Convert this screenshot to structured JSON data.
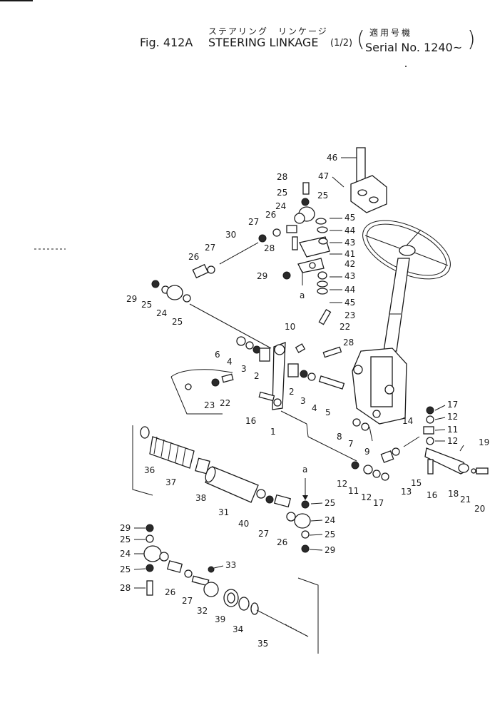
{
  "header": {
    "title_jp": "ステアリング　リンケージ",
    "fig_number": "Fig. 412A",
    "title_en": "STEERING LINKAGE",
    "fraction": "(1/2)",
    "serial_jp": "適用号機",
    "serial_en": "Serial No. 1240~",
    "paren_open": "(",
    "paren_close": ")"
  },
  "callouts": [
    {
      "id": "c-46",
      "text": "46"
    },
    {
      "id": "c-47",
      "text": "47"
    },
    {
      "id": "c-28a",
      "text": "28"
    },
    {
      "id": "c-25a",
      "text": "25"
    },
    {
      "id": "c-25b",
      "text": "25"
    },
    {
      "id": "c-24a",
      "text": "24"
    },
    {
      "id": "c-26a",
      "text": "26"
    },
    {
      "id": "c-27a",
      "text": "27"
    },
    {
      "id": "c-28b",
      "text": "28"
    },
    {
      "id": "c-30",
      "text": "30"
    },
    {
      "id": "c-45a",
      "text": "45"
    },
    {
      "id": "c-44a",
      "text": "44"
    },
    {
      "id": "c-43a",
      "text": "43"
    },
    {
      "id": "c-41",
      "text": "41"
    },
    {
      "id": "c-42",
      "text": "42"
    },
    {
      "id": "c-43b",
      "text": "43"
    },
    {
      "id": "c-44b",
      "text": "44"
    },
    {
      "id": "c-45b",
      "text": "45"
    },
    {
      "id": "c-29a",
      "text": "29"
    },
    {
      "id": "c-a1",
      "text": "a"
    },
    {
      "id": "c-26b",
      "text": "26"
    },
    {
      "id": "c-27b",
      "text": "27"
    },
    {
      "id": "c-29b",
      "text": "29"
    },
    {
      "id": "c-25c",
      "text": "25"
    },
    {
      "id": "c-24b",
      "text": "24"
    },
    {
      "id": "c-25d",
      "text": "25"
    },
    {
      "id": "c-23a",
      "text": "23"
    },
    {
      "id": "c-22a",
      "text": "22"
    },
    {
      "id": "c-10",
      "text": "10"
    },
    {
      "id": "c-28c",
      "text": "28"
    },
    {
      "id": "c-6a",
      "text": "6"
    },
    {
      "id": "c-4a",
      "text": "4"
    },
    {
      "id": "c-3a",
      "text": "3"
    },
    {
      "id": "c-2a",
      "text": "2"
    },
    {
      "id": "c-2b",
      "text": "2"
    },
    {
      "id": "c-3b",
      "text": "3"
    },
    {
      "id": "c-4b",
      "text": "4"
    },
    {
      "id": "c-5",
      "text": "5"
    },
    {
      "id": "c-23b",
      "text": "23"
    },
    {
      "id": "c-22b",
      "text": "22"
    },
    {
      "id": "c-16a",
      "text": "16"
    },
    {
      "id": "c-1",
      "text": "1"
    },
    {
      "id": "c-8",
      "text": "8"
    },
    {
      "id": "c-7",
      "text": "7"
    },
    {
      "id": "c-9",
      "text": "9"
    },
    {
      "id": "c-17a",
      "text": "17"
    },
    {
      "id": "c-12a",
      "text": "12"
    },
    {
      "id": "c-11a",
      "text": "11"
    },
    {
      "id": "c-12b",
      "text": "12"
    },
    {
      "id": "c-14",
      "text": "14"
    },
    {
      "id": "c-19",
      "text": "19"
    },
    {
      "id": "c-36",
      "text": "36"
    },
    {
      "id": "c-37",
      "text": "37"
    },
    {
      "id": "c-38",
      "text": "38"
    },
    {
      "id": "c-31",
      "text": "31"
    },
    {
      "id": "c-12c",
      "text": "12"
    },
    {
      "id": "c-11b",
      "text": "11"
    },
    {
      "id": "c-12d",
      "text": "12"
    },
    {
      "id": "c-17b",
      "text": "17"
    },
    {
      "id": "c-13",
      "text": "13"
    },
    {
      "id": "c-15",
      "text": "15"
    },
    {
      "id": "c-16b",
      "text": "16"
    },
    {
      "id": "c-18",
      "text": "18"
    },
    {
      "id": "c-21",
      "text": "21"
    },
    {
      "id": "c-20",
      "text": "20"
    },
    {
      "id": "c-a2",
      "text": "a"
    },
    {
      "id": "c-25e",
      "text": "25"
    },
    {
      "id": "c-40",
      "text": "40"
    },
    {
      "id": "c-27c",
      "text": "27"
    },
    {
      "id": "c-26c",
      "text": "26"
    },
    {
      "id": "c-24c",
      "text": "24"
    },
    {
      "id": "c-25f",
      "text": "25"
    },
    {
      "id": "c-29c",
      "text": "29"
    },
    {
      "id": "c-29d",
      "text": "29"
    },
    {
      "id": "c-25g",
      "text": "25"
    },
    {
      "id": "c-24d",
      "text": "24"
    },
    {
      "id": "c-25h",
      "text": "25"
    },
    {
      "id": "c-33",
      "text": "33"
    },
    {
      "id": "c-28d",
      "text": "28"
    },
    {
      "id": "c-26d",
      "text": "26"
    },
    {
      "id": "c-27d",
      "text": "27"
    },
    {
      "id": "c-32",
      "text": "32"
    },
    {
      "id": "c-39",
      "text": "39"
    },
    {
      "id": "c-34",
      "text": "34"
    },
    {
      "id": "c-35",
      "text": "35"
    }
  ]
}
